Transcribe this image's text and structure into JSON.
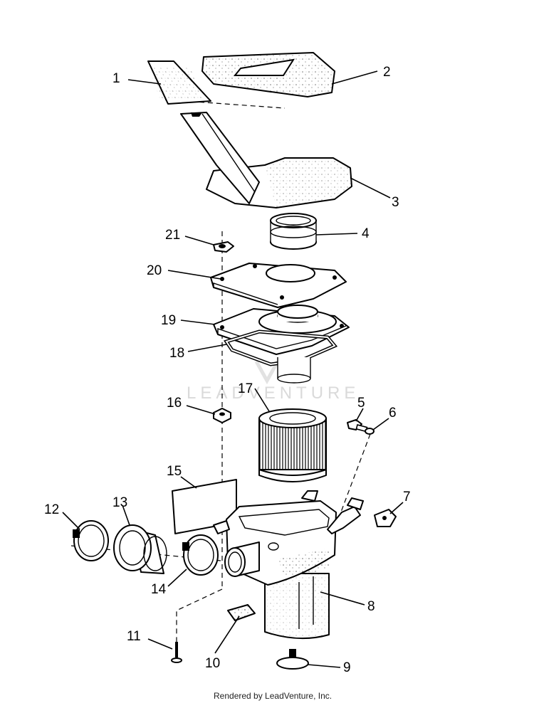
{
  "watermark": "LEADVENTURE",
  "footer": "Rendered by LeadVenture, Inc.",
  "callouts": {
    "n1": "1",
    "n2": "2",
    "n3": "3",
    "n4": "4",
    "n5": "5",
    "n6": "6",
    "n7": "7",
    "n8": "8",
    "n9": "9",
    "n10": "10",
    "n11": "11",
    "n12": "12",
    "n13": "13",
    "n14": "14",
    "n15": "15",
    "n16": "16",
    "n17": "17",
    "n18": "18",
    "n19": "19",
    "n20": "20",
    "n21": "21"
  }
}
